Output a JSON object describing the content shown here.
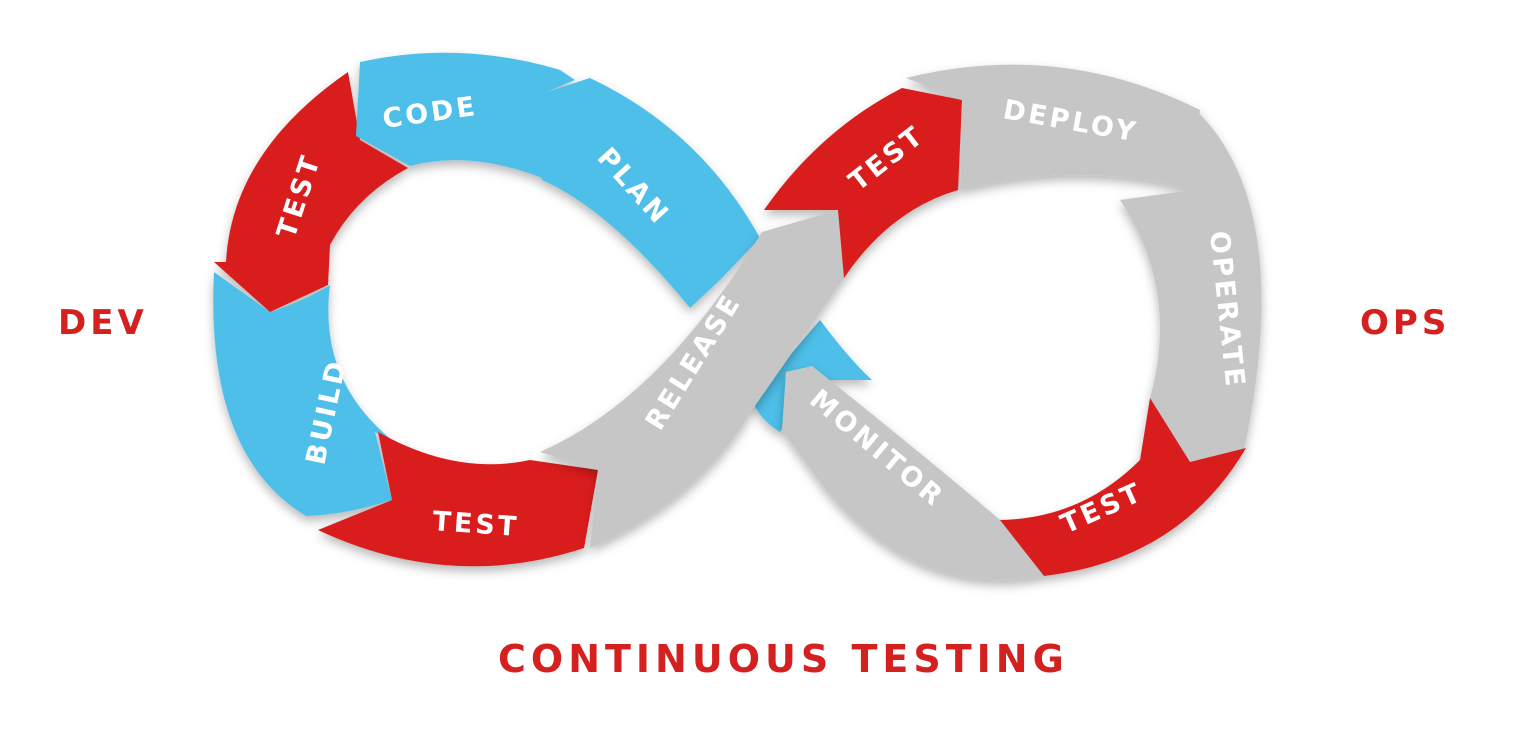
{
  "colors": {
    "dev_segment": "#4dbfe8",
    "ops_segment": "#c6c6c6",
    "test_segment": "#d91c1c",
    "label_text": "#ffffff",
    "accent_text": "#d52020"
  },
  "labels": {
    "dev": "DEV",
    "ops": "OPS",
    "footer": "CONTINUOUS TESTING"
  },
  "segments": {
    "code": "CODE",
    "plan": "PLAN",
    "test_dev_top": "TEST",
    "build": "BUILD",
    "test_dev_bottom": "TEST",
    "release": "RELEASE",
    "test_ops_top": "TEST",
    "deploy": "DEPLOY",
    "operate": "OPERATE",
    "test_ops_bottom": "TEST",
    "monitor": "MONITOR"
  }
}
